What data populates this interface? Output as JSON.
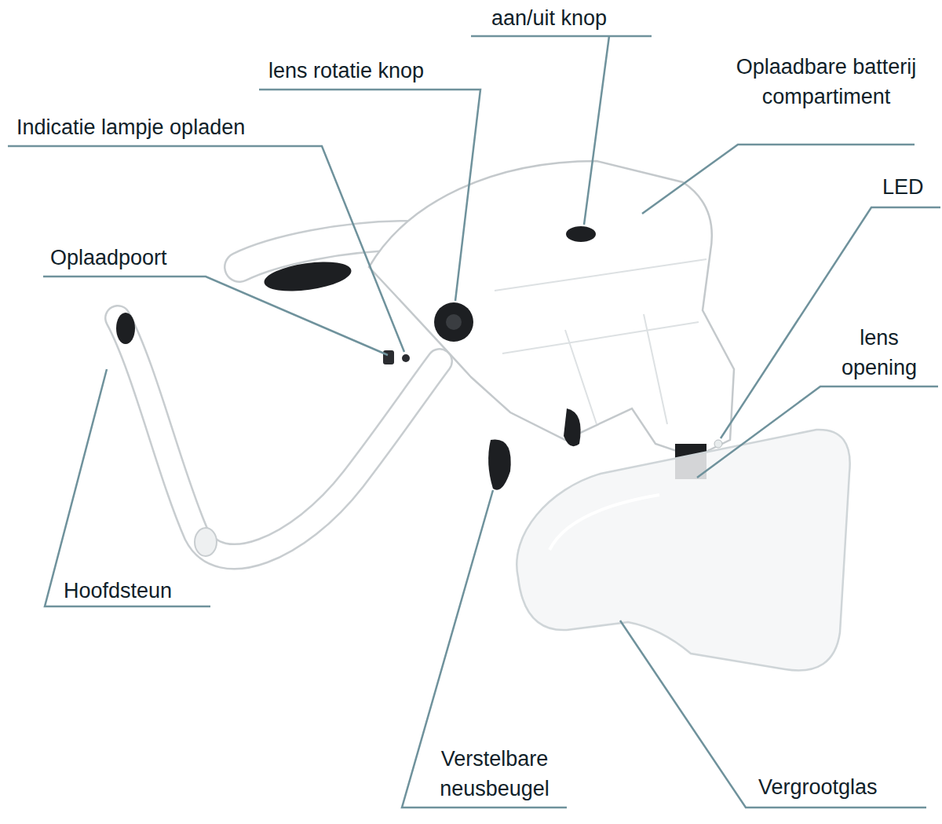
{
  "diagram": {
    "labels": [
      "aan/uit knop",
      "lens rotatie knop",
      "Indicatie lampje opladen",
      "Oplaadbare batterij compartiment",
      "LED",
      "Oplaadpoort",
      "lens opening",
      "Hoofdsteun",
      "Verstelbare neusbeugel",
      "Vergrootglas"
    ]
  }
}
